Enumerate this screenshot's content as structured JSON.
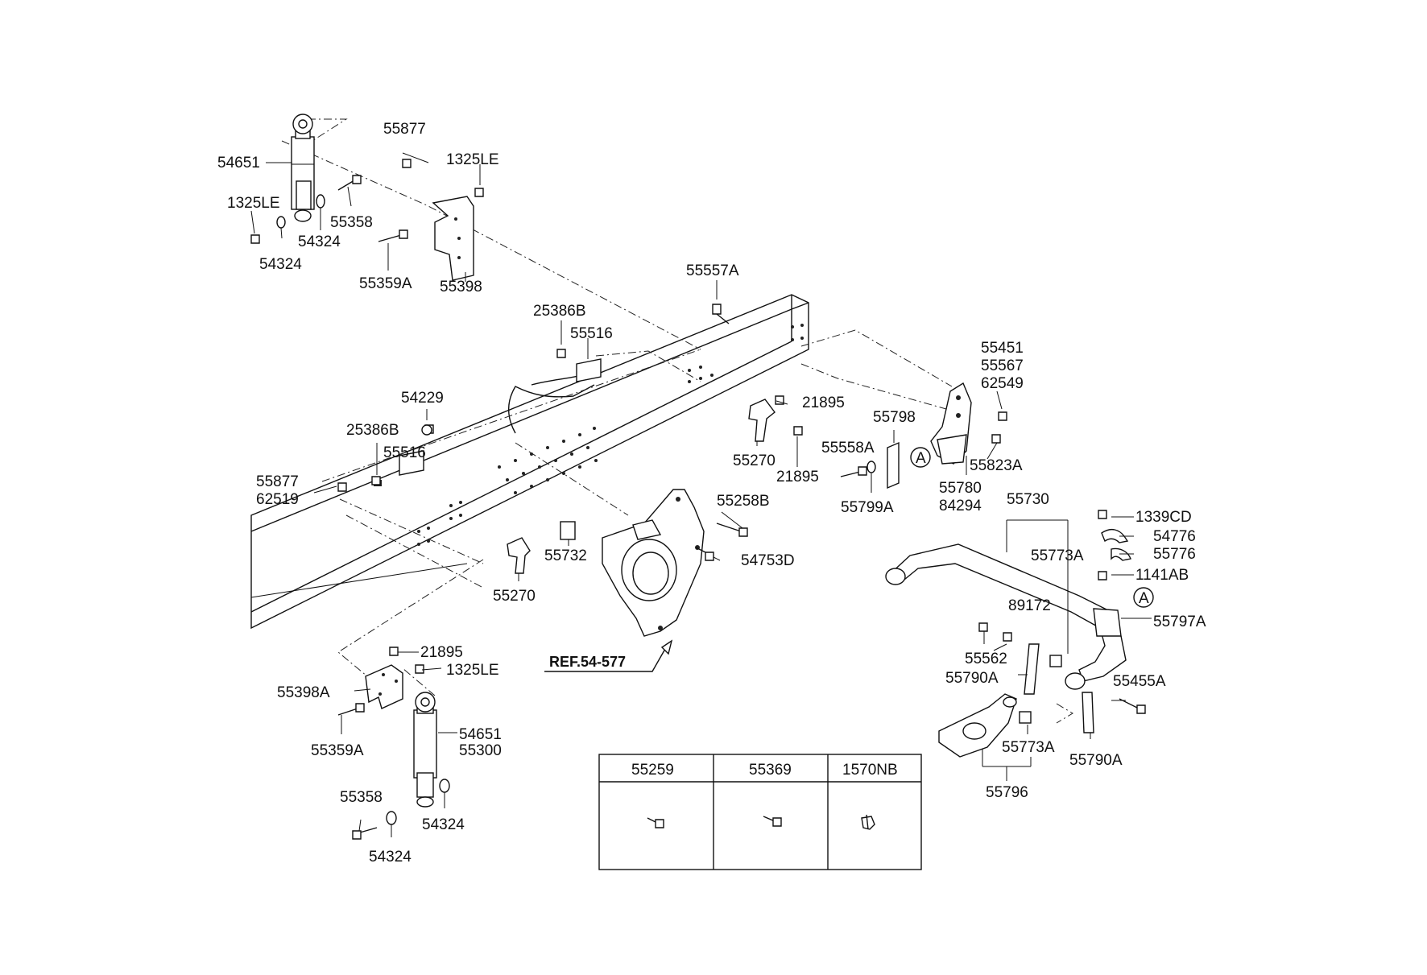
{
  "labels": {
    "l54651a": "54651",
    "l1325le_a": "1325LE",
    "l54324_a": "54324",
    "l54324_b": "54324",
    "l55877_a": "55877",
    "l1325le_b": "1325LE",
    "l55358_a": "55358",
    "l55359a_a": "55359A",
    "l55398": "55398",
    "l55557a": "55557A",
    "l25386b_a": "25386B",
    "l55516_a": "55516",
    "l54229": "54229",
    "l25386b_b": "25386B",
    "l55516_b": "55516",
    "l55877_b": "55877",
    "l62519": "62519",
    "l55451": "55451",
    "l55567": "55567",
    "l62549": "62549",
    "l21895_a": "21895",
    "l55798": "55798",
    "l55558a": "55558A",
    "l55270_a": "55270",
    "l21895_b": "21895",
    "l55823a": "55823A",
    "l55780": "55780",
    "l84294": "84294",
    "l55799a": "55799A",
    "l55258b": "55258B",
    "l55732": "55732",
    "l54753d": "54753D",
    "l55270_b": "55270",
    "l55730": "55730",
    "l1339cd": "1339CD",
    "l54776": "54776",
    "l55776": "55776",
    "l55773a_a": "55773A",
    "l1141ab": "1141AB",
    "l89172": "89172",
    "l55797a": "55797A",
    "l55562": "55562",
    "l55790a_a": "55790A",
    "l55455a": "55455A",
    "l55773a_b": "55773A",
    "l55790a_b": "55790A",
    "l55796": "55796",
    "l21895_c": "21895",
    "l1325le_c": "1325LE",
    "l55398a": "55398A",
    "l54651_b": "54651",
    "l55300": "55300",
    "l55359a_b": "55359A",
    "l55358_b": "55358",
    "l54324_c": "54324",
    "l54324_d": "54324",
    "ref": "REF.54-577",
    "callout_a": "A"
  },
  "table": {
    "headers": [
      "55259",
      "55369",
      "1570NB"
    ]
  }
}
